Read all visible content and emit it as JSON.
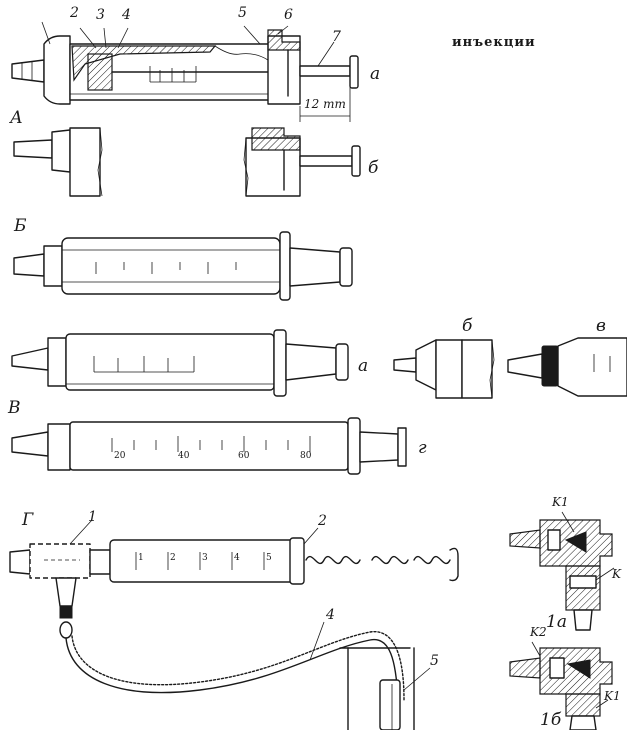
{
  "header_text": "инъекции",
  "scale_label": "12 mm",
  "sections": {
    "A": "А",
    "B": "Б",
    "V": "В",
    "G": "Г"
  },
  "variants": {
    "a1": "а",
    "b1": "б",
    "b2": "б",
    "a2": "а",
    "v": "в",
    "g": "г"
  },
  "part_numbers": {
    "n2": "2",
    "n3": "3",
    "n4": "4",
    "n5": "5",
    "n6": "6",
    "n7": "7",
    "g1": "1",
    "g2": "2",
    "g4": "4",
    "g5": "5"
  },
  "valve_labels": {
    "k1_top": "K1",
    "k_top": "K",
    "k2": "K2",
    "k1_bottom": "K1",
    "fig_1a": "1а",
    "fig_1b": "1б"
  },
  "scale_marks_v": [
    "20",
    "40",
    "60",
    "80"
  ],
  "scale_marks_g": [
    "1",
    "2",
    "3",
    "4",
    "5"
  ]
}
